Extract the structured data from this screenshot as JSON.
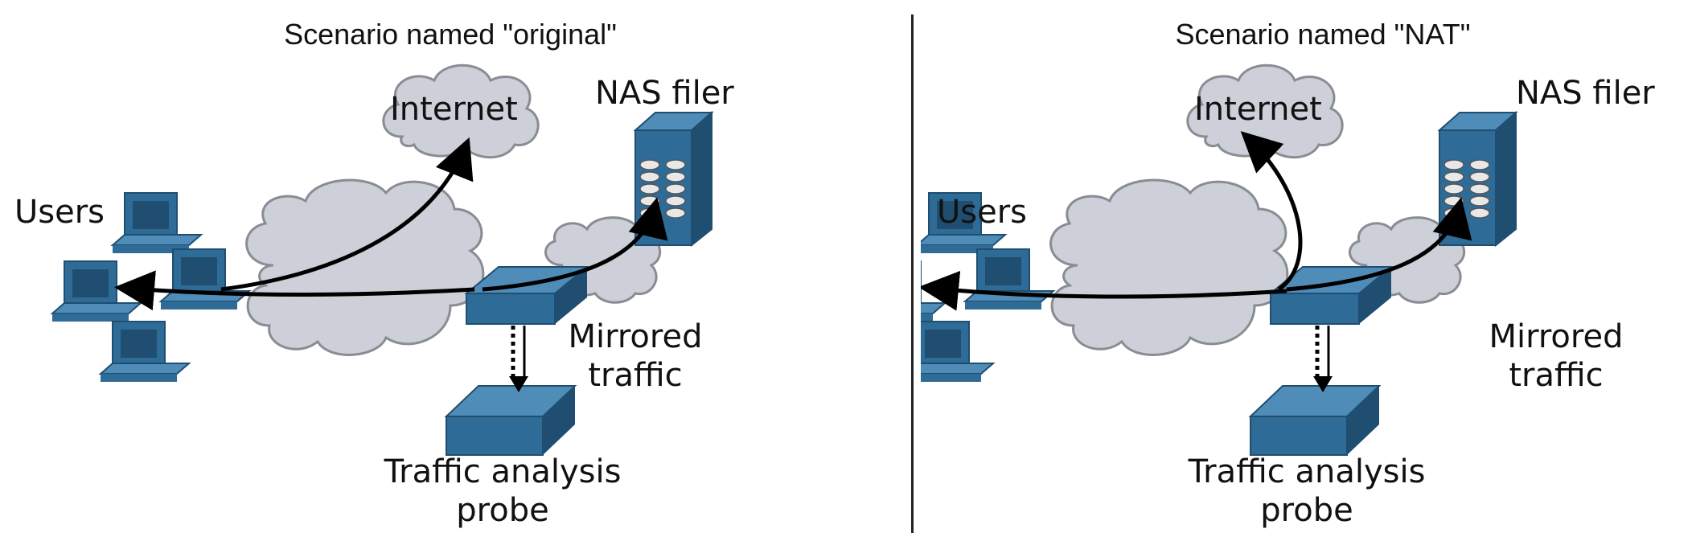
{
  "colors": {
    "device": "#2e6b96",
    "device_dark": "#1f4e70",
    "device_light": "#4f8cb8",
    "cloud": "#cdd0d8",
    "cloud_stroke": "#8a8c94",
    "arrow": "#000000"
  },
  "panels": [
    {
      "title": "Scenario named \"original\"",
      "labels": {
        "internet": "Internet",
        "nas": "NAS filer",
        "users": "Users",
        "mirrored_line1": "Mirrored",
        "mirrored_line2": "traffic",
        "probe_line1": "Traffic analysis",
        "probe_line2": "probe"
      }
    },
    {
      "title": "Scenario named \"NAT\"",
      "labels": {
        "internet": "Internet",
        "nas": "NAS filer",
        "users": "Users",
        "mirrored_line1": "Mirrored",
        "mirrored_line2": "traffic",
        "probe_line1": "Traffic analysis",
        "probe_line2": "probe"
      }
    }
  ]
}
